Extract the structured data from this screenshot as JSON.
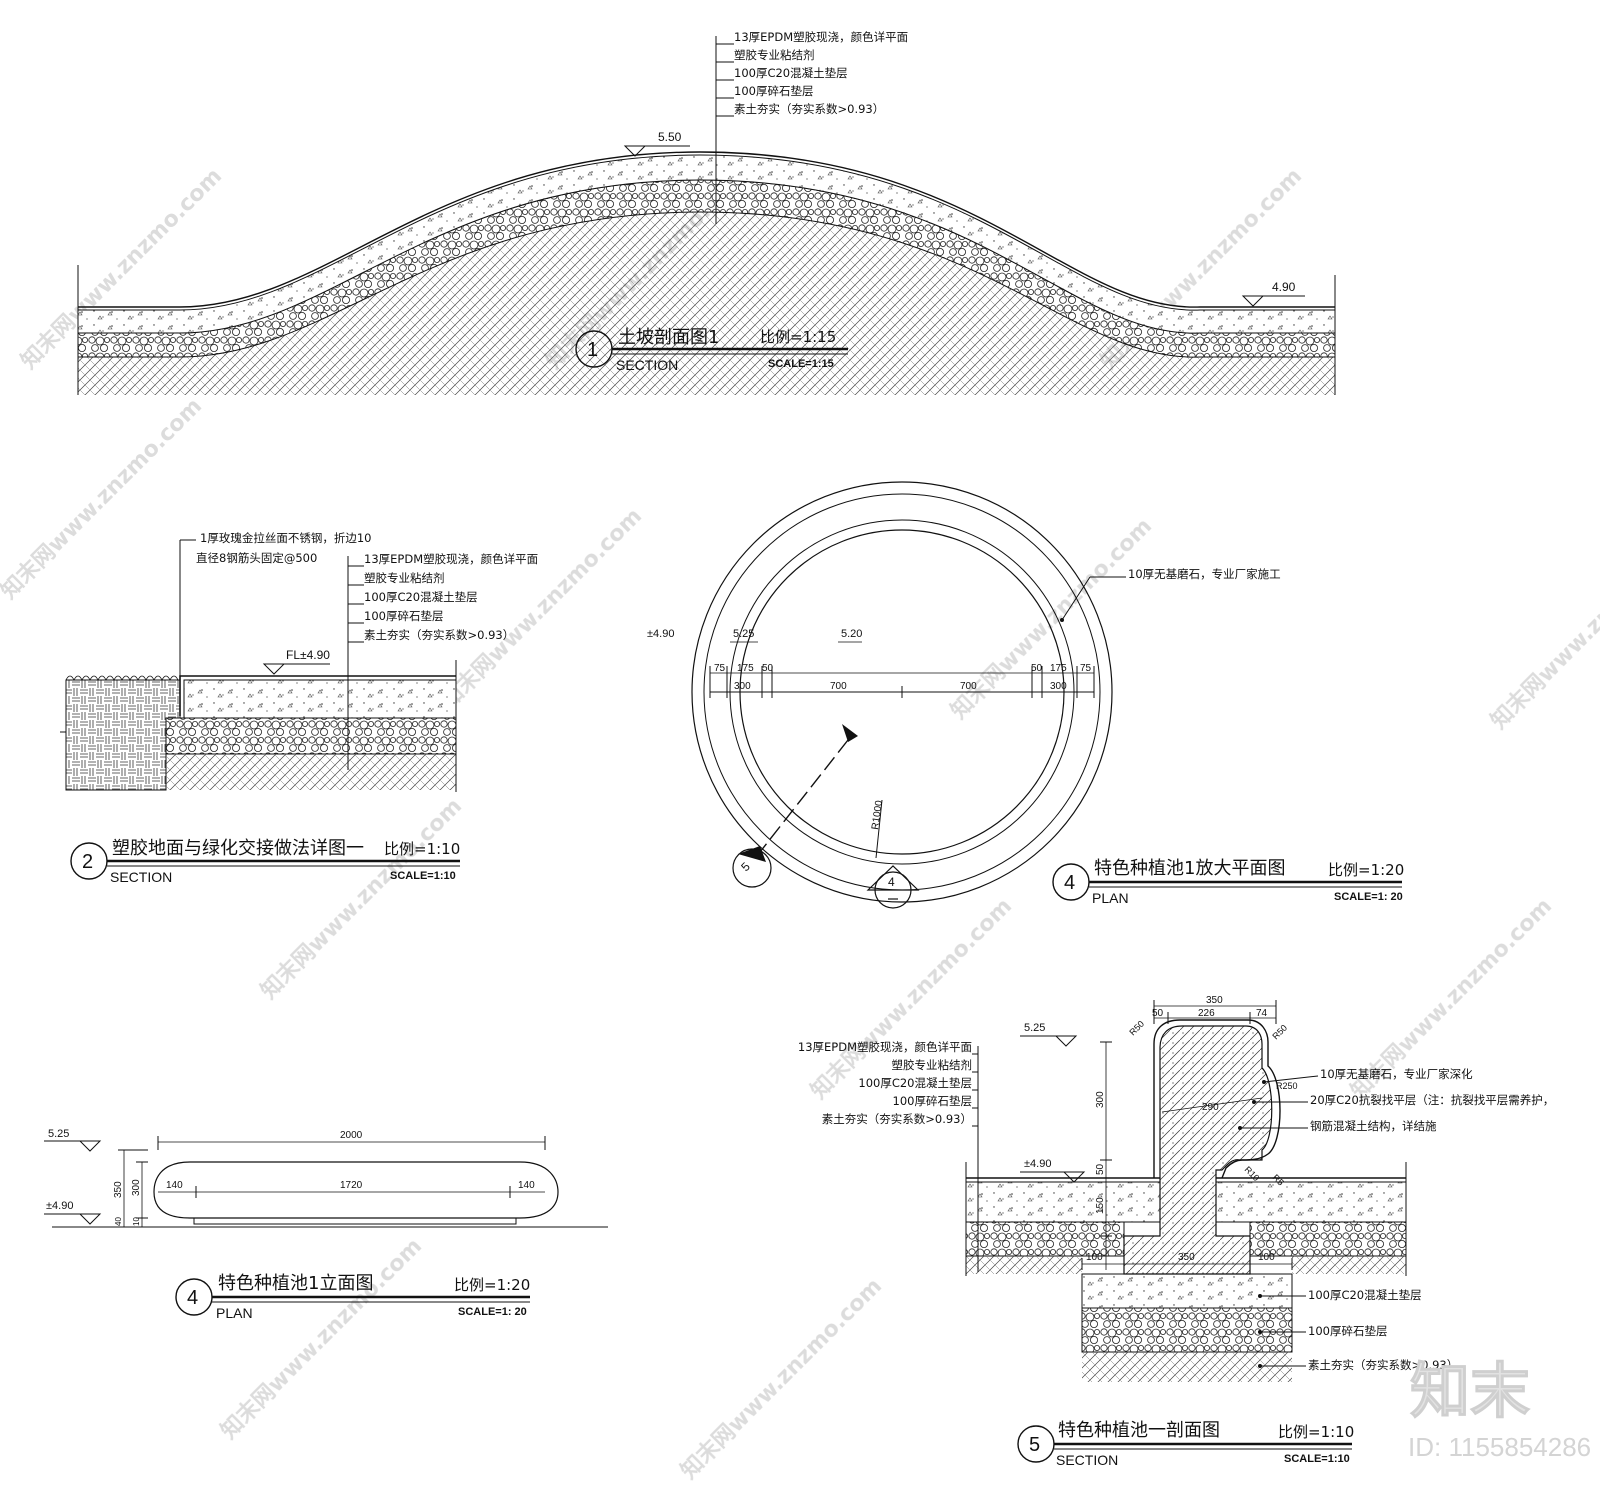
{
  "section1": {
    "num": "1",
    "title": "土坡剖面图1",
    "scale": "比例=1:15",
    "sub": "SECTION",
    "scale_en": "SCALE=1:15",
    "elev_top": "5.50",
    "elev_right": "4.90",
    "layers": [
      "13厚EPDM塑胶现浇，颜色详平面",
      "塑胶专业粘结剂",
      "100厚C20混凝土垫层",
      "100厚碎石垫层",
      "素土夯实（夯实系数>0.93）"
    ]
  },
  "section2": {
    "num": "2",
    "title": "塑胶地面与绿化交接做法详图一",
    "scale": "比例=1:10",
    "sub": "SECTION",
    "scale_en": "SCALE=1:10",
    "elev": "FL±4.90",
    "edge_note_1": "1厚玫瑰金拉丝面不锈钢，折边10",
    "edge_note_2": "直径8钢筋头固定@500",
    "layers": [
      "13厚EPDM塑胶现浇，颜色详平面",
      "塑胶专业粘结剂",
      "100厚C20混凝土垫层",
      "100厚碎石垫层",
      "素土夯实（夯实系数>0.93）"
    ]
  },
  "plan4": {
    "num": "4",
    "title": "特色种植池1放大平面图",
    "scale": "比例=1:20",
    "sub": "PLAN",
    "scale_en": "SCALE=1: 20",
    "note": "10厚无基磨石，专业厂家施工",
    "elev_outer": "±4.90",
    "elev_rim": "5.25",
    "elev_inner": "5.20",
    "dims_left": [
      "75",
      "175",
      "50"
    ],
    "dims_right": [
      "50",
      "175",
      "75"
    ],
    "dim_300_left": "300",
    "dim_300_right": "300",
    "dim_700_left": "700",
    "dim_700_right": "700",
    "radius": "R1000",
    "callout_num_a": "5",
    "callout_num_b": "4"
  },
  "elev4": {
    "num": "4",
    "title": "特色种植池1立面图",
    "scale": "比例=1:20",
    "sub": "PLAN",
    "scale_en": "SCALE=1: 20",
    "elev_top": "5.25",
    "elev_bottom": "±4.90",
    "dim_total": "2000",
    "dim_left": "140",
    "dim_mid": "1720",
    "dim_right": "140",
    "dim_h350": "350",
    "dim_h300": "300",
    "dim_h10": "10",
    "dim_h40": "40"
  },
  "section5": {
    "num": "5",
    "title": "特色种植池一剖面图",
    "scale": "比例=1:10",
    "sub": "SECTION",
    "scale_en": "SCALE=1:10",
    "elev_top": "5.25",
    "elev_ground": "±4.90",
    "layers_left": [
      "13厚EPDM塑胶现浇，颜色详平面",
      "塑胶专业粘结剂",
      "100厚C20混凝土垫层",
      "100厚碎石垫层",
      "素土夯实（夯实系数>0.93）"
    ],
    "notes_right": [
      "10厚无基磨石，专业厂家深化",
      "20厚C20抗裂找平层（注：抗裂找平层需养护，",
      "钢筋混凝土结构，详结施"
    ],
    "notes_bottom": [
      "100厚C20混凝土垫层",
      "100厚碎石垫层",
      "素土夯实（夯实系数>0.93）"
    ],
    "dim_350_top": "350",
    "dim_50": "50",
    "dim_226": "226",
    "dim_74": "74",
    "dim_290": "290",
    "dim_300": "300",
    "dim_150": "150",
    "dim_350_bot": "350",
    "dim_100_left": "100",
    "dim_100_right": "100",
    "r50a": "R50",
    "r50b": "R50",
    "r250": "R250",
    "r10": "R10",
    "r5": "R5"
  },
  "watermark": "知末网www.znzmo.com",
  "logo": "知末",
  "image_id": "ID: 1155854286"
}
